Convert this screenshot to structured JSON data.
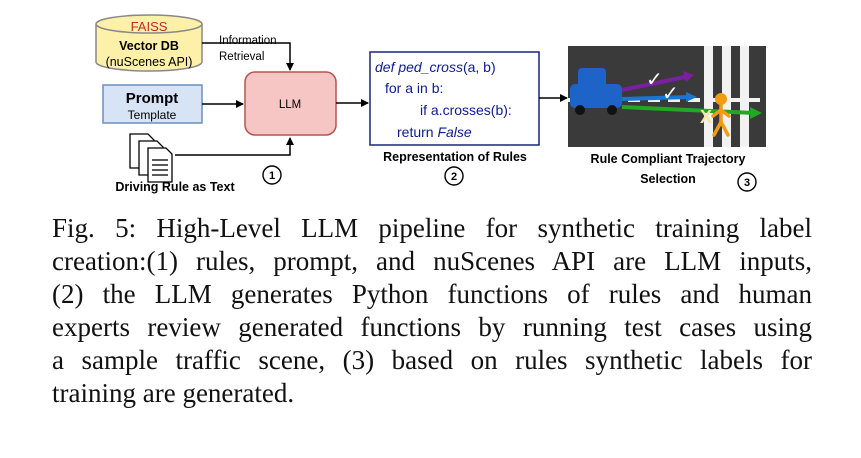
{
  "diagram": {
    "db": {
      "title": "FAISS",
      "label": "Vector DB",
      "sub": "(nuScenes API)"
    },
    "retrieval_label": [
      "Information",
      "Retrieval"
    ],
    "prompt": {
      "title": "Prompt",
      "sub": "Template"
    },
    "llm_label": "LLM",
    "driving_rule_label": "Driving Rule as Text",
    "code_lines": [
      {
        "kw": "def ",
        "fn": "ped_cross",
        "rest": "(a, b)"
      },
      {
        "text": "for a in b:"
      },
      {
        "text": "if a.crosses(b):"
      },
      {
        "text": "return ",
        "italic": "False"
      }
    ],
    "rules_caption": "Representation of Rules",
    "scene_caption": [
      "Rule Compliant Trajectory",
      "Selection"
    ],
    "badges": [
      "1",
      "2",
      "3"
    ],
    "scene_marks": {
      "check": "✓",
      "cross": "X"
    },
    "colors": {
      "db_fill": "#fdf0a8",
      "db_title": "#c62828",
      "prompt_fill": "#d6e4f5",
      "prompt_stroke": "#6c8ebf",
      "llm_fill": "#f6c6c4",
      "llm_stroke": "#b85450",
      "code_stroke": "#1a237e",
      "code_text": "#0d1b8c",
      "scene_bg": "#3a3a3a",
      "car": "#1e63c8",
      "pedestrian": "#f39c12",
      "traj_purple": "#7b1fa2",
      "traj_blue": "#1976d2",
      "traj_green": "#22a822"
    }
  },
  "caption": {
    "lines": [
      "Fig. 5: High-Level LLM pipeline for synthetic training label",
      "creation:(1) rules, prompt, and nuScenes API are LLM inputs,",
      "(2) the LLM generates Python functions of rules and human",
      "experts review generated functions by running test cases using",
      "a sample traffic scene, (3) based on rules synthetic labels for",
      "training are generated."
    ]
  }
}
